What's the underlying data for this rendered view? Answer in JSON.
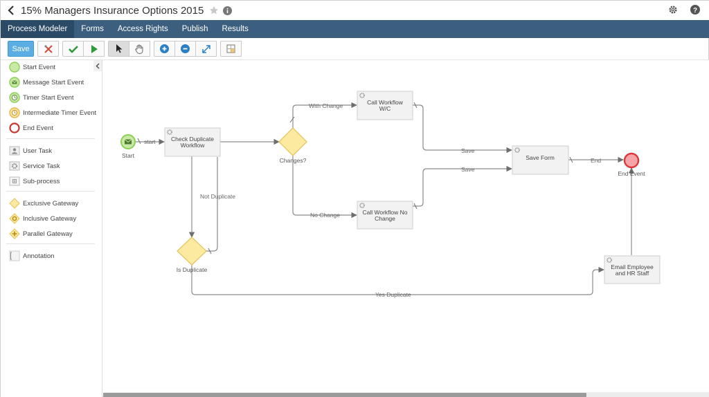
{
  "window": {
    "title": "15% Managers Insurance Options 2015"
  },
  "nav": {
    "tabs": [
      {
        "label": "Process Modeler"
      },
      {
        "label": "Forms"
      },
      {
        "label": "Access Rights"
      },
      {
        "label": "Publish"
      },
      {
        "label": "Results"
      }
    ]
  },
  "toolbar": {
    "save_label": "Save"
  },
  "palette": {
    "events": [
      "Start Event",
      "Message Start Event",
      "Timer Start Event",
      "Intermediate Timer Event",
      "End Event"
    ],
    "tasks": [
      "User Task",
      "Service Task",
      "Sub-process"
    ],
    "gateways": [
      "Exclusive Gateway",
      "Inclusive Gateway",
      "Parallel Gateway"
    ],
    "other": [
      "Annotation"
    ]
  },
  "diagram": {
    "start_label": "Start",
    "end_label": "End Event",
    "tasks": {
      "check_duplicate": [
        "Check Duplicate",
        "Workflow"
      ],
      "call_wc": [
        "Call Workflow",
        "W/C"
      ],
      "call_no_change": [
        "Call Workflow No",
        "Change"
      ],
      "save_form": [
        "Save Form"
      ],
      "email": [
        "Email Employee",
        "and HR Staff"
      ]
    },
    "gateways": {
      "changes": "Changes?",
      "is_duplicate": "Is Duplicate"
    },
    "flows": {
      "start": "start",
      "with_change": "With Change",
      "no_change": "No Change",
      "save1": "Save",
      "save2": "Save",
      "end": "End",
      "not_duplicate": "Not Duplicate",
      "yes_duplicate": "Yes Duplicate"
    }
  },
  "colors": {
    "nav_bg": "#3d5f7f",
    "save_btn": "#5aaee3",
    "start_event": "#8ccf54",
    "end_event": "#d9373c",
    "gateway": "#fbeaa0"
  }
}
